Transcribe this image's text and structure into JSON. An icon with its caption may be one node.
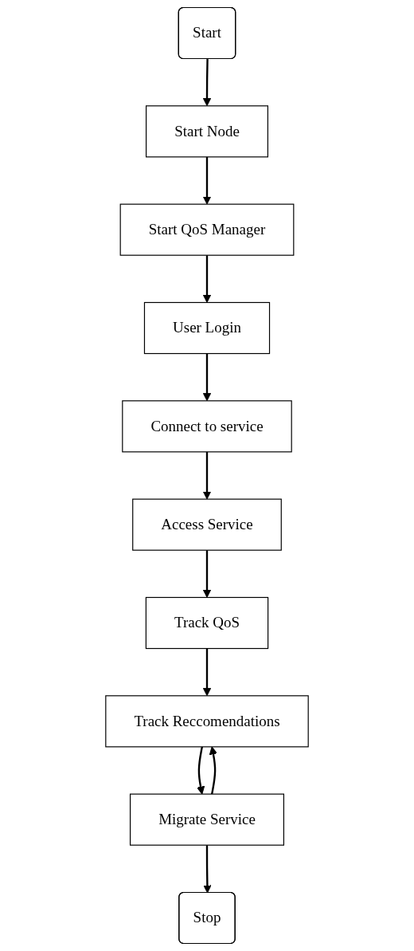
{
  "diagram": {
    "nodes": [
      {
        "text": [
          "Start"
        ]
      },
      {
        "text": [
          "Start Node"
        ]
      },
      {
        "text": [
          "Start QoS Manager"
        ]
      },
      {
        "text": [
          "User Login"
        ]
      },
      {
        "text": [
          "Connect to service"
        ]
      },
      {
        "text": [
          "Access Service"
        ]
      },
      {
        "text": [
          "Track QoS"
        ]
      },
      {
        "text": [
          "Track Reccomendations"
        ]
      },
      {
        "text": [
          "Migrate Service"
        ]
      },
      {
        "text": [
          "Stop"
        ]
      }
    ],
    "edges": [
      {
        "from": 0,
        "to": 1,
        "arrow": "to"
      },
      {
        "from": 1,
        "to": 2,
        "arrow": "to"
      },
      {
        "from": 2,
        "to": 3,
        "arrow": "to"
      },
      {
        "from": 3,
        "to": 4,
        "arrow": "to"
      },
      {
        "from": 4,
        "to": 5,
        "arrow": "to"
      },
      {
        "from": 5,
        "to": 6,
        "arrow": "to"
      },
      {
        "from": 6,
        "to": 7,
        "arrow": "to"
      },
      {
        "from": 7,
        "to": 8,
        "arrow": "to"
      },
      {
        "from": 8,
        "to": 9,
        "arrow": "to"
      },
      {
        "from": 8,
        "to": 7,
        "arrow": "to"
      }
    ]
  }
}
